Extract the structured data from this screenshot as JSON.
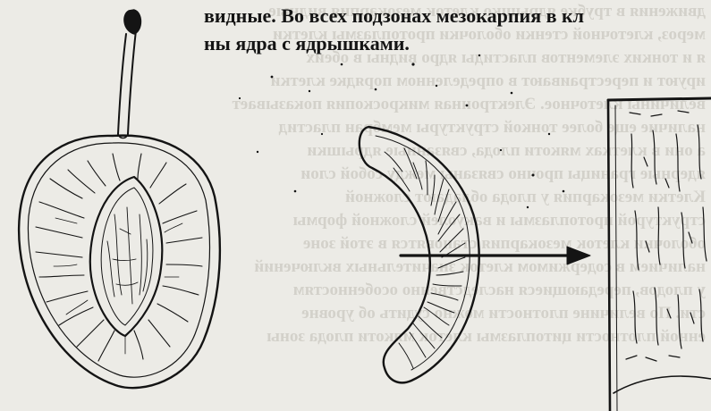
{
  "text": {
    "line1": "видные. Во всех подзонах мезокарпия в кл",
    "line2": "ны ядра с ядрышками."
  },
  "ghost_text": [
    "движения в трубке ядрышко клеток мезокарпия видные",
    "мероз, клеточной стенки оболочки протоплазмы клетки",
    "я и тонких элементов пластиды ядро видны в обеих",
    "ируют и перестраивают в определенном порядке клетки",
    "величины клеточное. Электронная микроскопия показывает",
    "наличие еще более тонкой структуры мембран пластид",
    "а они в клетках мякоти плода, связанные ядрышки",
    "ядерные границы прочно связаны между собой слои",
    "   Клетки мезокарпия у плода обладают сложной",
    "структурой протоплазмы и вакуолей сложной формы",
    "оболочки клеток мезокарпия становятся в этой зоне",
    "наличием в содержимом клеток значительных включений",
    "у плодов, передающиеся наследственно особенностям",
    "сти. По величине плотности можно судить об уровне",
    "енной плотности цитоплазмы клеток мякоти плода зоны"
  ],
  "colors": {
    "background": "#ecebe6",
    "ink": "#141414",
    "ghost": "#cfcdc6"
  },
  "icons": [
    "arrow-right-icon"
  ]
}
